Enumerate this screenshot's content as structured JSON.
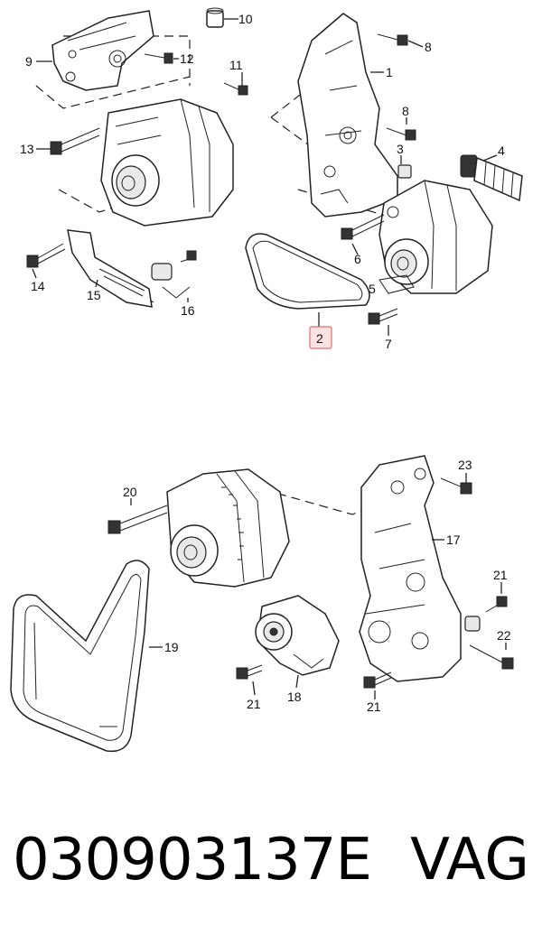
{
  "callouts": {
    "c1": "1",
    "c2": "2",
    "c3": "3",
    "c4": "4",
    "c5": "5",
    "c6": "6",
    "c7": "7",
    "c8a": "8",
    "c8b": "8",
    "c9": "9",
    "c10": "10",
    "c11": "11",
    "c12": "12",
    "c13": "13",
    "c14": "14",
    "c15": "15",
    "c16": "16",
    "c17": "17",
    "c18": "18",
    "c19": "19",
    "c20": "20",
    "c21a": "21",
    "c21b": "21",
    "c21c": "21",
    "c22": "22",
    "c23": "23"
  },
  "footer": {
    "part_number": "030903137E",
    "brand": "VAG"
  },
  "colors": {
    "highlight": "#e07070",
    "highlight_fill": "#fbe3e3"
  }
}
